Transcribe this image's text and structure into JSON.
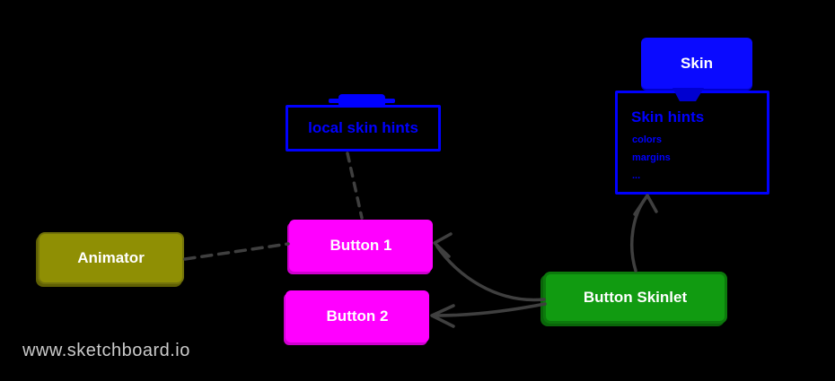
{
  "watermark": {
    "label": "www.sketchboard.io",
    "color": "#cbcbcb"
  },
  "palette": {
    "background": "#000000",
    "blue": "#0000ff",
    "skin_fill": "#0a0aff",
    "magenta": "#ff00ff",
    "olive": "#8f8f04",
    "green": "#119b11",
    "edge_gray": "#3f3f3f",
    "node_label_text": "#ffffff"
  },
  "nodes": {
    "skin": {
      "label": "Skin",
      "fill": "#0a0aff"
    },
    "skin_hints": {
      "title": "Skin hints",
      "items": [
        "colors",
        "margins",
        "..."
      ],
      "border": "#0000ff"
    },
    "local_skin_hints": {
      "label": "local skin hints",
      "border": "#0000ff"
    },
    "animator": {
      "label": "Animator",
      "fill": "#8f8f04"
    },
    "button1": {
      "label": "Button 1",
      "fill": "#ff00ff"
    },
    "button2": {
      "label": "Button 2",
      "fill": "#ff00ff"
    },
    "button_skinlet": {
      "label": "Button Skinlet",
      "fill": "#119b11"
    }
  },
  "edges": [
    {
      "from": "animator",
      "to": "button1",
      "style": "dashed-line"
    },
    {
      "from": "local_skin_hints",
      "to": "button1",
      "style": "dashed-line"
    },
    {
      "from": "button_skinlet",
      "to": "button1",
      "style": "arrow"
    },
    {
      "from": "button_skinlet",
      "to": "button2",
      "style": "arrow"
    },
    {
      "from": "button_skinlet",
      "to": "skin_hints",
      "style": "arrow"
    },
    {
      "from": "skin",
      "to": "skin_hints",
      "style": "attached"
    }
  ]
}
